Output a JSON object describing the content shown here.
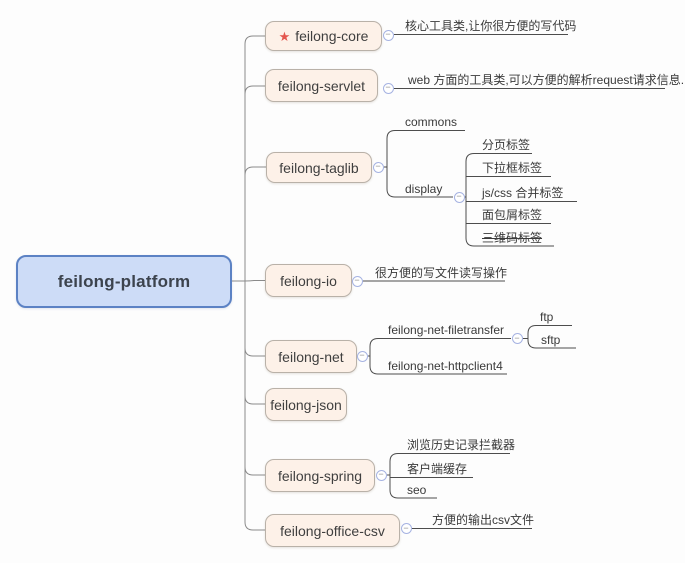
{
  "diagram": {
    "type": "mindmap",
    "root": {
      "label": "feilong-platform"
    },
    "branches": [
      {
        "label": "feilong-core",
        "starred": true,
        "note": "核心工具类,让你很方便的写代码"
      },
      {
        "label": "feilong-servlet",
        "note": "web 方面的工具类,可以方便的解析request请求信息...."
      },
      {
        "label": "feilong-taglib",
        "children": [
          {
            "label": "commons"
          },
          {
            "label": "display",
            "children": [
              {
                "label": "分页标签"
              },
              {
                "label": "下拉框标签"
              },
              {
                "label": "js/css 合并标签"
              },
              {
                "label": "面包屑标签"
              },
              {
                "label": "三维码标签",
                "strikethrough": true
              }
            ]
          }
        ]
      },
      {
        "label": "feilong-io",
        "note": "很方便的写文件读写操作"
      },
      {
        "label": "feilong-net",
        "children": [
          {
            "label": "feilong-net-filetransfer",
            "children": [
              {
                "label": "ftp"
              },
              {
                "label": "sftp"
              }
            ]
          },
          {
            "label": "feilong-net-httpclient4"
          }
        ]
      },
      {
        "label": "feilong-json"
      },
      {
        "label": "feilong-spring",
        "children": [
          {
            "label": "浏览历史记录拦截器"
          },
          {
            "label": "客户端缓存"
          },
          {
            "label": "seo"
          }
        ]
      },
      {
        "label": "feilong-office-csv",
        "note": "方便的输出csv文件"
      }
    ]
  },
  "icons": {
    "favorite_star": "★",
    "collapse_minus": "−"
  },
  "colors": {
    "root_fill": "#cddcf7",
    "root_border": "#5c82c4",
    "topic_fill": "#fdf1e8",
    "topic_border": "#b9b1a8",
    "spine_line": "#8a8a8a",
    "branch_line": "#4d4d4d",
    "star": "#e4564e",
    "collapse_border": "#a6b3e2"
  }
}
